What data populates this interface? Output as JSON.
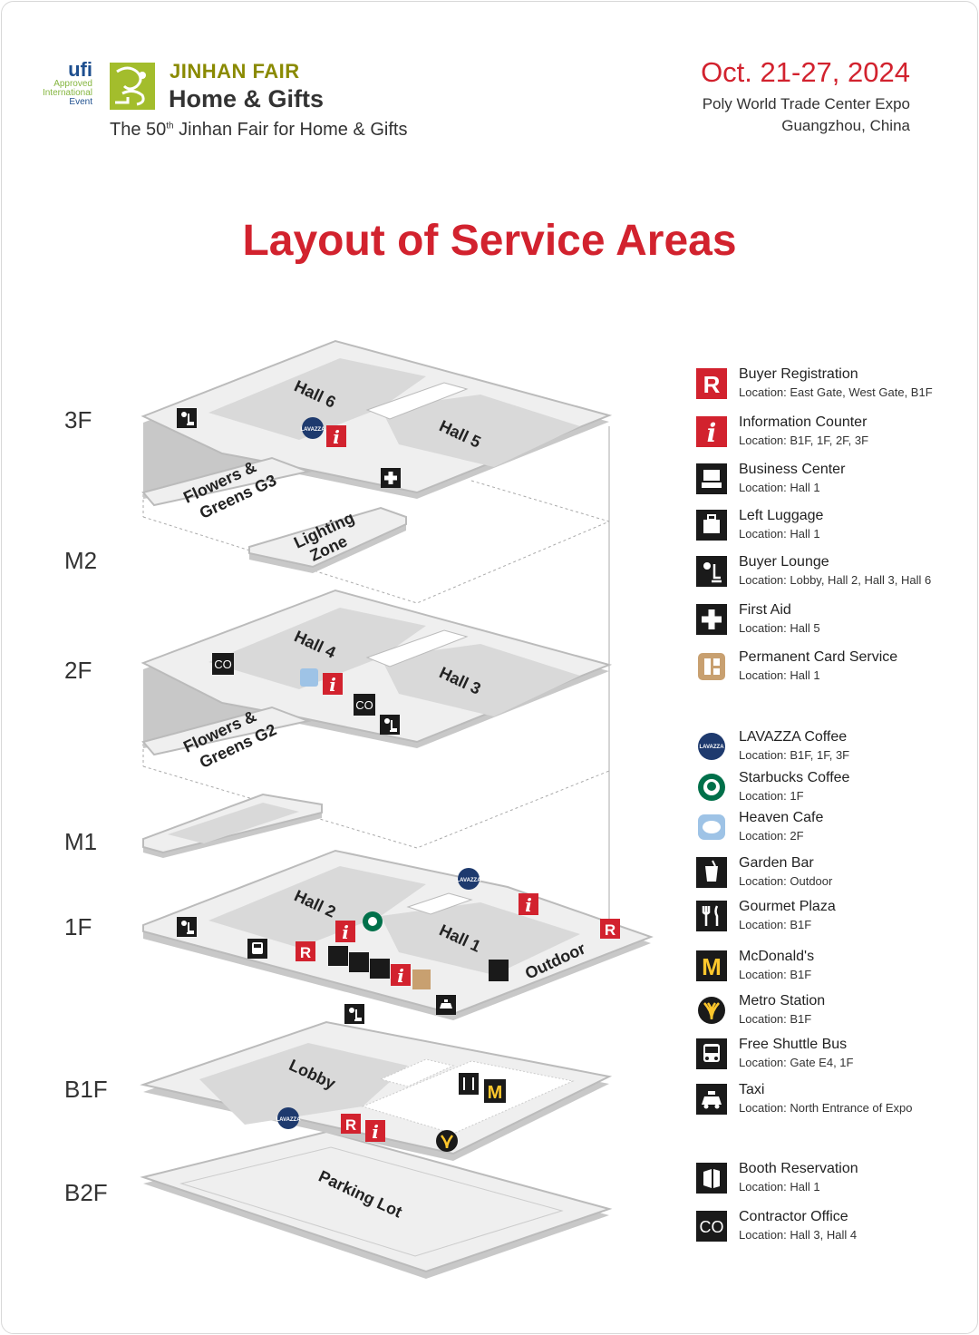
{
  "header": {
    "ufi_mark": "ufi",
    "ufi_lines": [
      "Approved",
      "International",
      "Event"
    ],
    "brand_line1": "JINHAN FAIR",
    "brand_line2": "Home & Gifts",
    "tagline_prefix": "The 50",
    "tagline_sup": "th",
    "tagline_suffix": " Jinhan Fair for Home & Gifts",
    "date": "Oct. 21-27, 2024",
    "venue_line1": "Poly World Trade Center Expo",
    "venue_line2": "Guangzhou,  China"
  },
  "title": "Layout of Service Areas",
  "floors": [
    "3F",
    "M2",
    "2F",
    "M1",
    "1F",
    "B1F",
    "B2F"
  ],
  "map_labels": {
    "hall6": "Hall 6",
    "hall5": "Hall 5",
    "flowers_g3_1": "Flowers &",
    "flowers_g3_2": "Greens G3",
    "lighting_1": "Lighting",
    "lighting_2": "Zone",
    "hall4": "Hall 4",
    "hall3": "Hall 3",
    "flowers_g2_1": "Flowers &",
    "flowers_g2_2": "Greens G2",
    "hall2": "Hall 2",
    "hall1": "Hall 1",
    "outdoor": "Outdoor",
    "lobby": "Lobby",
    "parking": "Parking Lot",
    "co": "CO",
    "r": "R",
    "i": "i"
  },
  "legend": [
    {
      "icon": "registration-icon",
      "name": "Buyer Registration",
      "location": "Location: East Gate, West Gate, B1F"
    },
    {
      "icon": "information-icon",
      "name": "Information Counter",
      "location": "Location: B1F, 1F, 2F, 3F"
    },
    {
      "icon": "business-center-icon",
      "name": "Business Center",
      "location": "Location: Hall 1"
    },
    {
      "icon": "luggage-icon",
      "name": "Left Luggage",
      "location": "Location: Hall 1"
    },
    {
      "icon": "buyer-lounge-icon",
      "name": "Buyer Lounge",
      "location": "Location: Lobby, Hall 2, Hall 3, Hall 6"
    },
    {
      "icon": "first-aid-icon",
      "name": "First Aid",
      "location": "Location: Hall 5"
    },
    {
      "icon": "card-service-icon",
      "name": "Permanent Card Service",
      "location": "Location: Hall 1"
    },
    {
      "icon": "lavazza-icon",
      "name": "LAVAZZA Coffee",
      "location": "Location: B1F, 1F, 3F"
    },
    {
      "icon": "starbucks-icon",
      "name": "Starbucks Coffee",
      "location": "Location: 1F"
    },
    {
      "icon": "heaven-cafe-icon",
      "name": "Heaven Cafe",
      "location": "Location: 2F"
    },
    {
      "icon": "garden-bar-icon",
      "name": "Garden Bar",
      "location": "Location: Outdoor"
    },
    {
      "icon": "gourmet-icon",
      "name": "Gourmet Plaza",
      "location": "Location: B1F"
    },
    {
      "icon": "mcdonalds-icon",
      "name": "McDonald's",
      "location": "Location: B1F"
    },
    {
      "icon": "metro-icon",
      "name": "Metro Station",
      "location": "Location: B1F"
    },
    {
      "icon": "shuttle-bus-icon",
      "name": "Free Shuttle Bus",
      "location": "Location: Gate E4, 1F"
    },
    {
      "icon": "taxi-icon",
      "name": "Taxi",
      "location": "Location: North Entrance of Expo"
    },
    {
      "icon": "booth-reservation-icon",
      "name": "Booth Reservation",
      "location": "Location: Hall 1"
    },
    {
      "icon": "contractor-office-icon",
      "name": "Contractor Office",
      "location": "Location: Hall 3, Hall 4"
    }
  ],
  "colors": {
    "accent_red": "#d2222e",
    "brand_green": "#a3bd2c",
    "lavazza_blue": "#1e3a6e",
    "starbucks_green": "#00704a",
    "mcdonalds_yellow": "#ffc72c"
  }
}
